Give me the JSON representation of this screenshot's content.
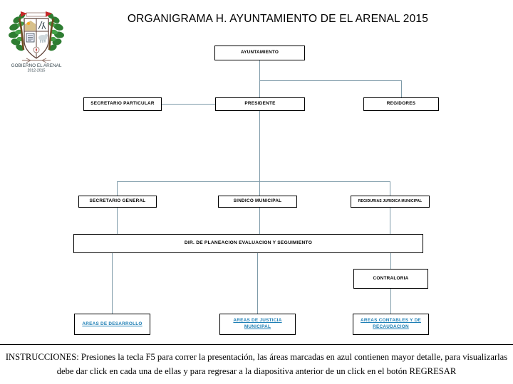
{
  "slide": {
    "title": "ORGANIGRAMA H. AYUNTAMIENTO DE EL ARENAL 2015",
    "background_color": "#ffffff",
    "connector_color": "#7d9aa8",
    "box_border_color": "#000000",
    "link_color": "#1f7fb5"
  },
  "logo": {
    "name": "coat-of-arms-el-arenal",
    "caption_line1": "GOBIERNO EL ARENAL",
    "caption_line2": "2012-2015"
  },
  "chart_data": {
    "type": "diagram",
    "title": "ORGANIGRAMA H. AYUNTAMIENTO DE EL ARENAL 2015",
    "nodes": [
      {
        "id": "ayuntamiento",
        "label": "AYUNTAMIENTO",
        "level": 1,
        "link": false
      },
      {
        "id": "sec-particular",
        "label": "SECRETARIO PARTICULAR",
        "level": 2,
        "link": false
      },
      {
        "id": "presidente",
        "label": "PRESIDENTE",
        "level": 2,
        "link": false
      },
      {
        "id": "regidores",
        "label": "REGIDORES",
        "level": 2,
        "link": false
      },
      {
        "id": "sec-general",
        "label": "SECRETARIO GENERAL",
        "level": 3,
        "link": false
      },
      {
        "id": "sindico",
        "label": "SINDICO MUNICIPAL",
        "level": 3,
        "link": false
      },
      {
        "id": "regidurias",
        "label": "REGIDURIAS JURIDICA MUNICIPAL",
        "level": 3,
        "link": false
      },
      {
        "id": "planeacion",
        "label": "DIR. DE PLANEACION EVALUACION Y SEGUIMIENTO",
        "level": 4,
        "link": false
      },
      {
        "id": "contraloria",
        "label": "CONTRALORIA",
        "level": 5,
        "link": false
      },
      {
        "id": "areas-des",
        "label": "AREAS DE DESARROLLO",
        "level": 6,
        "link": true
      },
      {
        "id": "areas-just",
        "label": "AREAS DE JUSTICIA MUNICIPAL",
        "level": 6,
        "link": true
      },
      {
        "id": "areas-cont",
        "label": "AREAS CONTABLES Y DE RECAUDACION",
        "level": 6,
        "link": true
      }
    ],
    "edges": [
      {
        "from": "ayuntamiento",
        "to": "presidente"
      },
      {
        "from": "ayuntamiento",
        "to": "regidores"
      },
      {
        "from": "presidente",
        "to": "sec-particular"
      },
      {
        "from": "presidente",
        "to": "sec-general"
      },
      {
        "from": "presidente",
        "to": "sindico"
      },
      {
        "from": "presidente",
        "to": "regidurias"
      },
      {
        "from": "sec-general",
        "to": "planeacion"
      },
      {
        "from": "sindico",
        "to": "planeacion"
      },
      {
        "from": "regidurias",
        "to": "planeacion"
      },
      {
        "from": "planeacion",
        "to": "areas-des"
      },
      {
        "from": "planeacion",
        "to": "areas-just"
      },
      {
        "from": "planeacion",
        "to": "contraloria"
      },
      {
        "from": "contraloria",
        "to": "areas-cont"
      }
    ]
  },
  "boxes": {
    "ayuntamiento": "AYUNTAMIENTO",
    "secretario_particular": "SECRETARIO PARTICULAR",
    "presidente": "PRESIDENTE",
    "regidores": "REGIDORES",
    "secretario_general": "SECRETARIO GENERAL",
    "sindico_municipal": "SINDICO MUNICIPAL",
    "regidurias": "REGIDURIAS JURIDICA MUNICIPAL",
    "planeacion": "DIR. DE PLANEACION EVALUACION Y SEGUIMIENTO",
    "contraloria": "CONTRALORIA",
    "areas_desarrollo": "AREAS DE DESARROLLO",
    "areas_justicia_l1": "AREAS DE JUSTICIA",
    "areas_justicia_l2": "MUNICIPAL",
    "areas_contables_l1": "AREAS CONTABLES Y DE",
    "areas_contables_l2": "RECAUDACION"
  },
  "instructions": {
    "text": "INSTRUCCIONES: Presiones la tecla F5 para correr la presentación, las áreas marcadas en azul contienen mayor detalle, para visualizarlas debe dar click en cada una de ellas y para regresar a la diapositiva anterior de un click en el botón REGRESAR"
  }
}
